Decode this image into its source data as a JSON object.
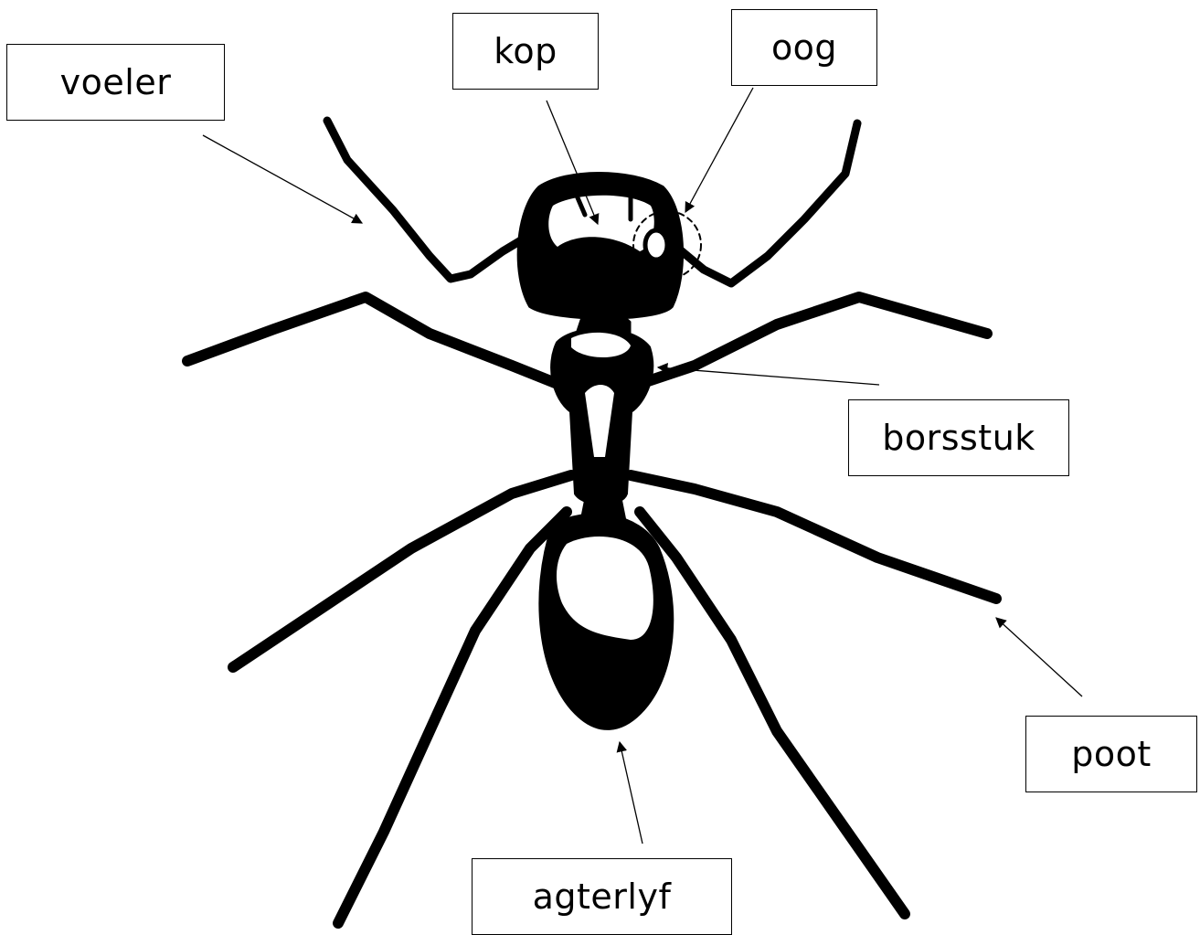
{
  "labels": {
    "voeler": "voeler",
    "kop": "kop",
    "oog": "oog",
    "borsstuk": "borsstuk",
    "poot": "poot",
    "agterlyf": "agterlyf"
  },
  "colors": {
    "ink": "#000000",
    "paper": "#ffffff"
  },
  "illustration": "ant-drawing"
}
